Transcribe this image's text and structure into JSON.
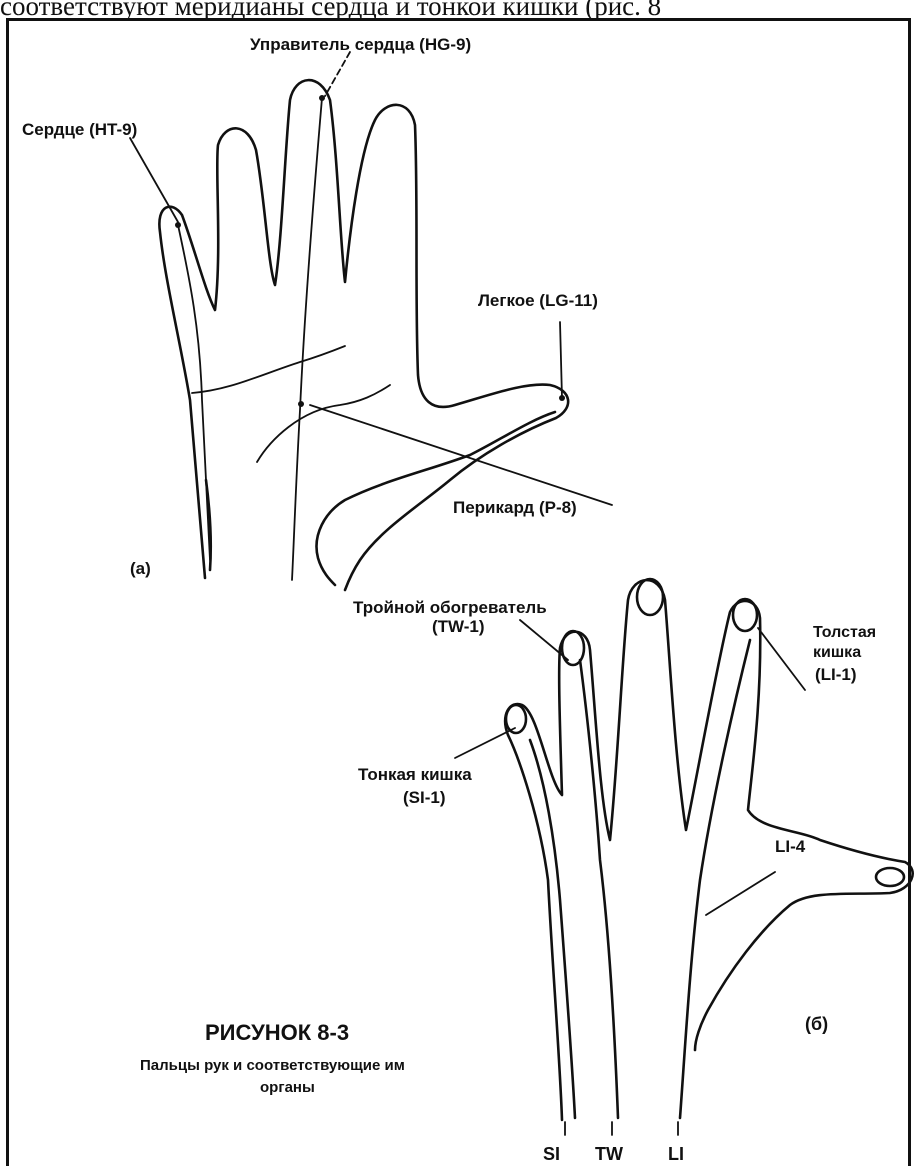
{
  "header": {
    "text": "соответствуют меридианы сердца и тонкой кишки (рис. 8"
  },
  "figure_a": {
    "panel_label": "(а)",
    "labels": {
      "heart": "Сердце (HT-9)",
      "heart_governor": "Управитель сердца (HG-9)",
      "lung": "Легкое (LG-11)",
      "pericardium": "Перикард (P-8)"
    }
  },
  "figure_b": {
    "panel_label": "(б)",
    "labels": {
      "triple_warmer_1": "Тройной обогреватель",
      "triple_warmer_2": "(TW-1)",
      "large_intestine_1": "Толстая",
      "large_intestine_2": "кишка",
      "large_intestine_3": "(LI-1)",
      "small_intestine_1": "Тонкая кишка",
      "small_intestine_2": "(SI-1)",
      "li4": "LI-4",
      "si": "SI",
      "tw": "TW",
      "li": "LI"
    }
  },
  "caption": {
    "title": "РИСУНОК 8-3",
    "line1": "Пальцы рук и соответствующие им",
    "line2": "органы"
  }
}
